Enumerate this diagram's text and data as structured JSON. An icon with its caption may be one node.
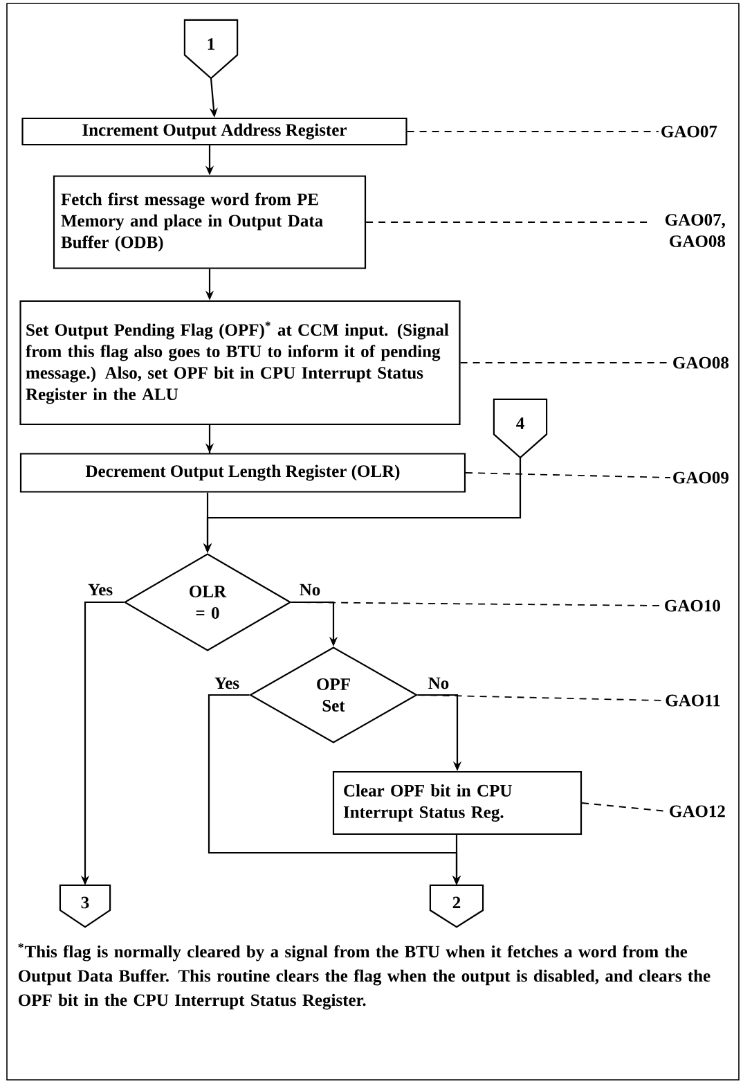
{
  "diagram": {
    "nodes": [
      {
        "text": [
          "1"
        ]
      },
      {
        "text": [
          "Increment Output Address Register"
        ]
      },
      {
        "text": [
          "Fetch first message word from PE Memory and place in Output Data Buffer (ODB)"
        ]
      },
      {
        "text": [
          "Set Output Pending Flag (OPF)$^{*}$ at CCM input. (Signal from this flag also goes to BTU to inform it of pending message.) Also, set OPF bit in CPU Interrupt Status Register in the ALU"
        ]
      },
      {
        "text": [
          "4"
        ]
      },
      {
        "text": [
          "Decrement Output Length Register (OLR)"
        ]
      },
      {
        "text": [
          "OLR = 0"
        ]
      },
      {
        "text": [
          "OPF Set"
        ]
      },
      {
        "text": [
          "Clear OPF bit in CPU Interrupt Status Reg."
        ]
      },
      {
        "text": [
          "3"
        ]
      },
      {
        "text": [
          "2"
        ]
      },
      {
        "text": [
          "GAO07"
        ]
      },
      {
        "text": [
          "GAO07, GAO08"
        ]
      },
      {
        "text": [
          "GAO08"
        ]
      },
      {
        "text": [
          "GAO09"
        ]
      },
      {
        "text": [
          "GAO10"
        ]
      },
      {
        "text": [
          "GAO11"
        ]
      },
      {
        "text": [
          "GAO12"
        ]
      }
    ],
    "edges": [
      {
        "from": 0,
        "to": 1,
        "arrow": "to"
      },
      {
        "from": 1,
        "to": 2,
        "arrow": "to"
      },
      {
        "from": 2,
        "to": 3,
        "arrow": "to"
      },
      {
        "from": 3,
        "to": 5,
        "arrow": "to"
      },
      {
        "from": 5,
        "to": 6,
        "arrow": "to"
      },
      {
        "from": 4,
        "to": 6,
        "arrow": "to"
      },
      {
        "from": 6,
        "to": 9,
        "arrow": "to",
        "label": "Yes"
      },
      {
        "from": 6,
        "to": 7,
        "arrow": "to",
        "label": "No"
      },
      {
        "from": 7,
        "to": 10,
        "arrow": "to",
        "label": "Yes"
      },
      {
        "from": 7,
        "to": 8,
        "arrow": "to",
        "label": "No"
      },
      {
        "from": 8,
        "to": 10,
        "arrow": "to"
      },
      {
        "from": 1,
        "to": 11,
        "arrow": "none",
        "style": "dashed"
      },
      {
        "from": 2,
        "to": 12,
        "arrow": "none",
        "style": "dashed"
      },
      {
        "from": 3,
        "to": 13,
        "arrow": "none",
        "style": "dashed"
      },
      {
        "from": 5,
        "to": 14,
        "arrow": "none",
        "style": "dashed"
      },
      {
        "from": 6,
        "to": 15,
        "arrow": "none",
        "style": "dashed"
      },
      {
        "from": 7,
        "to": 16,
        "arrow": "none",
        "style": "dashed"
      },
      {
        "from": 8,
        "to": 17,
        "arrow": "none",
        "style": "dashed"
      }
    ],
    "labels": [
      "$^{*}$This flag is normally cleared by a signal from the BTU when it fetches a word from the Output Data Buffer. This routine clears the flag when the output is disabled, and clears the OPF bit in the CPU Interrupt Status Register."
    ]
  }
}
